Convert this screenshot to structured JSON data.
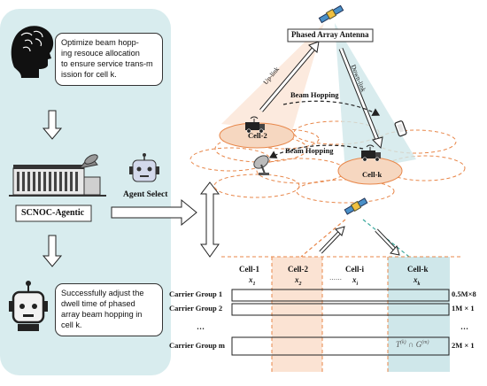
{
  "left_panel": {
    "prompt_text": "Optimize beam hopp-\ning resouce allocation\nto ensure service trans-m\nission for cell k.",
    "scnoc_label": "SCNOC-Agentic",
    "agent_select_label": "Agent Select",
    "result_text": "Successfully adjust the\ndwell time of phased\narray beam hopping in\ncell k."
  },
  "network": {
    "satellite_label": "Phased Array Antenna",
    "uplink_label": "Up-link",
    "downlink_label": "Down-link",
    "beam_hopping_top": "Beam Hopping",
    "beam_hopping_bottom": "Beam Hopping",
    "cell2_label": "Cell-2",
    "cellk_label": "Cell-k"
  },
  "allocation": {
    "columns": [
      {
        "name": "Cell-1",
        "var": "x",
        "sub": "1"
      },
      {
        "name": "Cell-2",
        "var": "x",
        "sub": "2"
      },
      {
        "name": "Cell-i",
        "var": "x",
        "sub": "i"
      },
      {
        "name": "Cell-k",
        "var": "x",
        "sub": "k"
      }
    ],
    "dots": "……",
    "rows": [
      {
        "label": "Carrier Group 1",
        "size": "0.5M×8"
      },
      {
        "label": "Carrier Group 2",
        "size": "1M × 1"
      },
      {
        "label": "…",
        "size": "…"
      },
      {
        "label": "Carrier Group m",
        "size": "2M × 1"
      }
    ],
    "formula_T": "T",
    "formula_T_sup": "(k)",
    "formula_cap": "∩",
    "formula_G": "G",
    "formula_G_sup": "(m)"
  },
  "colors": {
    "panel_bg": "#d8ecee",
    "teal": "#cfe7ea",
    "peach": "#fbe3d3",
    "orange_dash": "#e8874a",
    "cell_fill": "#f6d7c0"
  },
  "icons": [
    "brain-head-icon",
    "building-dish-icon",
    "robot-icon",
    "satellite-icon",
    "truck-icon",
    "phone-icon",
    "ground-dish-icon"
  ]
}
